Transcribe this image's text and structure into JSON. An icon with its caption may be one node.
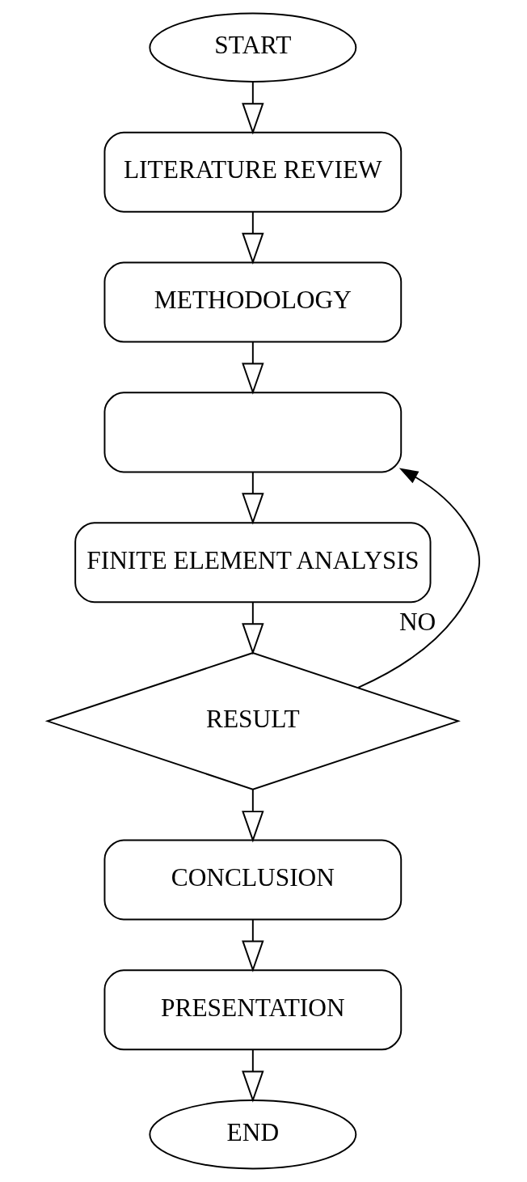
{
  "diagram": {
    "nodes": [
      {
        "text": [
          "START"
        ]
      },
      {
        "text": [
          "LITERATURE REVIEW"
        ]
      },
      {
        "text": [
          "METHODOLOGY"
        ]
      },
      {
        "text": [],
        "shape": "box"
      },
      {
        "text": [
          "FINITE ELEMENT ANALYSIS"
        ]
      },
      {
        "text": [
          "RESULT"
        ]
      },
      {
        "text": [
          "CONCLUSION"
        ]
      },
      {
        "text": [
          "PRESENTATION"
        ]
      },
      {
        "text": [
          "END"
        ]
      }
    ],
    "edges": [
      {
        "from": 0,
        "to": 1,
        "arrow": "to"
      },
      {
        "from": 1,
        "to": 2,
        "arrow": "to"
      },
      {
        "from": 2,
        "to": 3,
        "arrow": "to"
      },
      {
        "from": 3,
        "to": 4,
        "arrow": "to"
      },
      {
        "from": 4,
        "to": 5,
        "arrow": "to"
      },
      {
        "from": 5,
        "to": 3,
        "arrow": "to",
        "label": "NO"
      },
      {
        "from": 5,
        "to": 6,
        "arrow": "to"
      },
      {
        "from": 6,
        "to": 7,
        "arrow": "to"
      },
      {
        "from": 7,
        "to": 8,
        "arrow": "to"
      }
    ]
  }
}
